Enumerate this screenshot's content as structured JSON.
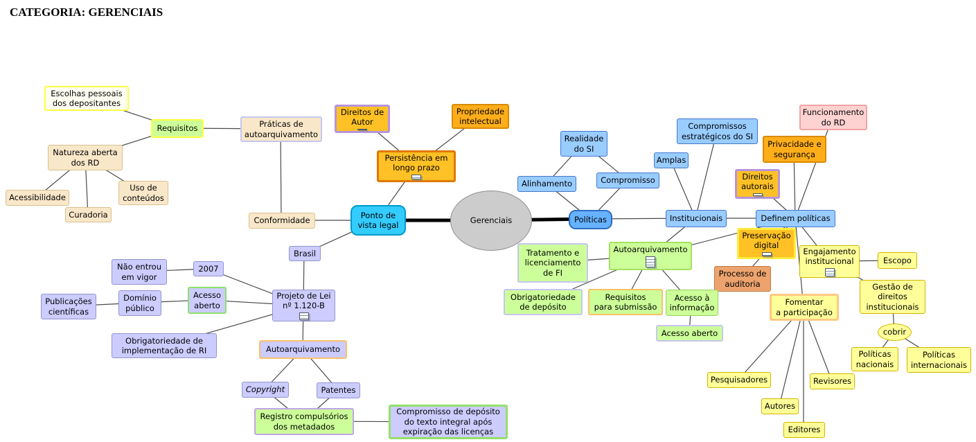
{
  "title": "CATEGORIA: GERENCIAIS",
  "diagram_type": "concept-map",
  "palette": {
    "wheat": "#f9e7c9",
    "lavender": "#ccccff",
    "green": "#ccff99",
    "blue": "#99ccff",
    "yellow": "#ffff99",
    "pink": "#ffd2d2",
    "gold": "#ffc125",
    "orange": "#ffae19",
    "cyan": "#33ccff",
    "center_gray": "#cccccc",
    "peach": "#eca36e"
  },
  "nodes": {
    "gerenciais": {
      "label": "Gerenciais"
    },
    "ponto_vista": {
      "label": "Ponto de\nvista legal"
    },
    "politicas": {
      "label": "Políticas"
    },
    "escolhas": {
      "label": "Escolhas pessoais\ndos depositantes"
    },
    "requisitos": {
      "label": "Requisitos"
    },
    "praticas": {
      "label": "Práticas de\nautoarquivamento"
    },
    "natureza": {
      "label": "Natureza aberta\ndos RD"
    },
    "acessibilidade": {
      "label": "Acessibilidade"
    },
    "curadoria": {
      "label": "Curadoria"
    },
    "uso_conteudos": {
      "label": "Uso de\nconteúdos"
    },
    "conformidade": {
      "label": "Conformidade"
    },
    "direitos_autor": {
      "label": "Direitos de\nAutor"
    },
    "persistencia": {
      "label": "Persistência em\nlongo prazo"
    },
    "propriedade": {
      "label": "Propriedade\nintelectual"
    },
    "brasil": {
      "label": "Brasil"
    },
    "projeto_lei": {
      "label": "Projeto de Lei\nnº 1.120-B"
    },
    "ano2007": {
      "label": "2007"
    },
    "nao_entrou": {
      "label": "Não entrou\nem vigor"
    },
    "acesso_aberto_l": {
      "label": "Acesso\naberto"
    },
    "dominio": {
      "label": "Domínio\npúblico"
    },
    "publicacoes": {
      "label": "Publicações\ncientíficas"
    },
    "obrig_ri": {
      "label": "Obrigatoriedade de\nimplementação de RI"
    },
    "autoarq_l": {
      "label": "Autoarquivamento"
    },
    "copyright": {
      "label": "Copyright"
    },
    "patentes": {
      "label": "Patentes"
    },
    "registro": {
      "label": "Registro compulsórios\ndos metadados"
    },
    "compromisso_dep": {
      "label": "Compromisso de depósito\ndo texto integral após\nexpiração das licenças"
    },
    "realidade": {
      "label": "Realidade\ndo SI"
    },
    "alinhamento": {
      "label": "Alinhamento"
    },
    "compromisso": {
      "label": "Compromisso"
    },
    "amplas": {
      "label": "Amplas"
    },
    "compr_estr": {
      "label": "Compromissos\nestratégicos do SI"
    },
    "institucionais": {
      "label": "Institucionais"
    },
    "definem": {
      "label": "Definem políticas"
    },
    "funcionamento": {
      "label": "Funcionamento\ndo RD"
    },
    "privacidade": {
      "label": "Privacidade e\nsegurança"
    },
    "dir_autorais": {
      "label": "Direitos\nautorais"
    },
    "preservacao": {
      "label": "Preservação\ndigital"
    },
    "proc_auditoria": {
      "label": "Processo de\nauditoria"
    },
    "engajamento": {
      "label": "Engajamento\ninstitucional"
    },
    "escopo": {
      "label": "Escopo"
    },
    "gestao": {
      "label": "Gestão de\ndireitos\ninstitucionais"
    },
    "cobrir": {
      "label": "cobrir"
    },
    "pol_nac": {
      "label": "Políticas\nnacionais"
    },
    "pol_int": {
      "label": "Políticas\ninternacionais"
    },
    "autoarq_r": {
      "label": "Autoarquivamento"
    },
    "tratamento": {
      "label": "Tratamento e\nlicenciamento\nde FI"
    },
    "obrig_dep": {
      "label": "Obrigatoriedade\nde depósito"
    },
    "req_sub": {
      "label": "Requisitos\npara submissão"
    },
    "acesso_info": {
      "label": "Acesso à\ninformação"
    },
    "acesso_aberto_r": {
      "label": "Acesso aberto"
    },
    "fomentar": {
      "label": "Fomentar\na participação"
    },
    "pesquisadores": {
      "label": "Pesquisadores"
    },
    "autores": {
      "label": "Autores"
    },
    "editores": {
      "label": "Editores"
    },
    "revisores": {
      "label": "Revisores"
    }
  },
  "edges": [
    [
      "gerenciais",
      "ponto_vista"
    ],
    [
      "gerenciais",
      "politicas"
    ],
    [
      "ponto_vista",
      "conformidade"
    ],
    [
      "conformidade",
      "praticas"
    ],
    [
      "praticas",
      "requisitos"
    ],
    [
      "requisitos",
      "escolhas"
    ],
    [
      "requisitos",
      "natureza"
    ],
    [
      "natureza",
      "acessibilidade"
    ],
    [
      "natureza",
      "curadoria"
    ],
    [
      "natureza",
      "uso_conteudos"
    ],
    [
      "ponto_vista",
      "persistencia"
    ],
    [
      "persistencia",
      "direitos_autor"
    ],
    [
      "persistencia",
      "propriedade"
    ],
    [
      "ponto_vista",
      "brasil"
    ],
    [
      "brasil",
      "projeto_lei"
    ],
    [
      "projeto_lei",
      "ano2007"
    ],
    [
      "ano2007",
      "nao_entrou"
    ],
    [
      "projeto_lei",
      "acesso_aberto_l"
    ],
    [
      "acesso_aberto_l",
      "dominio"
    ],
    [
      "dominio",
      "publicacoes"
    ],
    [
      "projeto_lei",
      "obrig_ri"
    ],
    [
      "projeto_lei",
      "autoarq_l"
    ],
    [
      "autoarq_l",
      "copyright"
    ],
    [
      "autoarq_l",
      "patentes"
    ],
    [
      "copyright",
      "registro"
    ],
    [
      "patentes",
      "registro"
    ],
    [
      "registro",
      "compromisso_dep"
    ],
    [
      "politicas",
      "alinhamento"
    ],
    [
      "politicas",
      "compromisso"
    ],
    [
      "alinhamento",
      "realidade"
    ],
    [
      "compromisso",
      "realidade"
    ],
    [
      "politicas",
      "institucionais"
    ],
    [
      "institucionais",
      "amplas"
    ],
    [
      "institucionais",
      "compr_estr"
    ],
    [
      "institucionais",
      "definem"
    ],
    [
      "institucionais",
      "autoarq_r"
    ],
    [
      "definem",
      "autoarq_r"
    ],
    [
      "definem",
      "funcionamento"
    ],
    [
      "definem",
      "privacidade"
    ],
    [
      "definem",
      "dir_autorais"
    ],
    [
      "definem",
      "preservacao"
    ],
    [
      "definem",
      "proc_auditoria"
    ],
    [
      "definem",
      "engajamento"
    ],
    [
      "definem",
      "fomentar"
    ],
    [
      "autoarq_r",
      "tratamento"
    ],
    [
      "autoarq_r",
      "obrig_dep"
    ],
    [
      "autoarq_r",
      "req_sub"
    ],
    [
      "autoarq_r",
      "acesso_info"
    ],
    [
      "acesso_info",
      "acesso_aberto_r"
    ],
    [
      "engajamento",
      "escopo"
    ],
    [
      "engajamento",
      "gestao"
    ],
    [
      "gestao",
      "cobrir"
    ],
    [
      "cobrir",
      "pol_nac"
    ],
    [
      "cobrir",
      "pol_int"
    ],
    [
      "fomentar",
      "pesquisadores"
    ],
    [
      "fomentar",
      "autores"
    ],
    [
      "fomentar",
      "editores"
    ],
    [
      "fomentar",
      "revisores"
    ]
  ]
}
